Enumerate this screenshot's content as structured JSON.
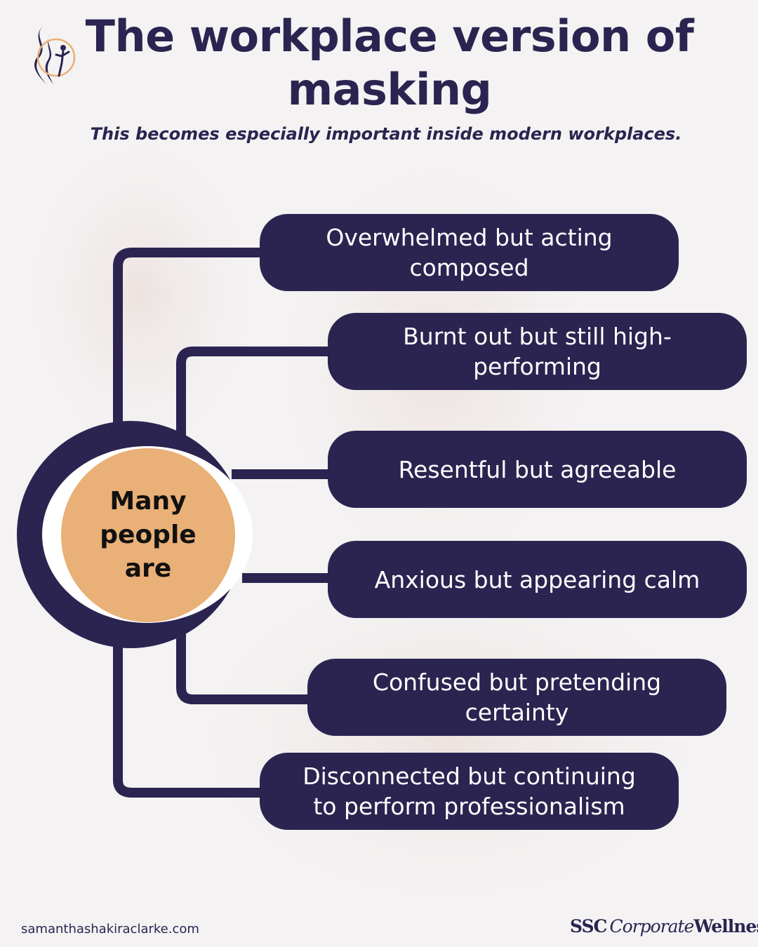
{
  "header": {
    "title": "The workplace version of masking",
    "subtitle": "This becomes especially important inside modern workplaces."
  },
  "logo": {
    "icon": "ssc-logo-icon"
  },
  "hub": {
    "label": "Many people are"
  },
  "items": [
    {
      "label": "Overwhelmed but acting composed"
    },
    {
      "label": "Burnt out but still high-performing"
    },
    {
      "label": "Resentful but agreeable"
    },
    {
      "label": "Anxious but appearing calm"
    },
    {
      "label": "Confused but pretending certainty"
    },
    {
      "label": "Disconnected but continuing to perform professionalism"
    }
  ],
  "footer": {
    "website": "samanthashakiraclarke.com",
    "brand_ssc": "SSC",
    "brand_corporate": "Corporate",
    "brand_wellness": "Wellness",
    "brand_mark": "®"
  },
  "colors": {
    "navy": "#2b2450",
    "peach": "#e9b077",
    "background": "#f3f1f2"
  }
}
